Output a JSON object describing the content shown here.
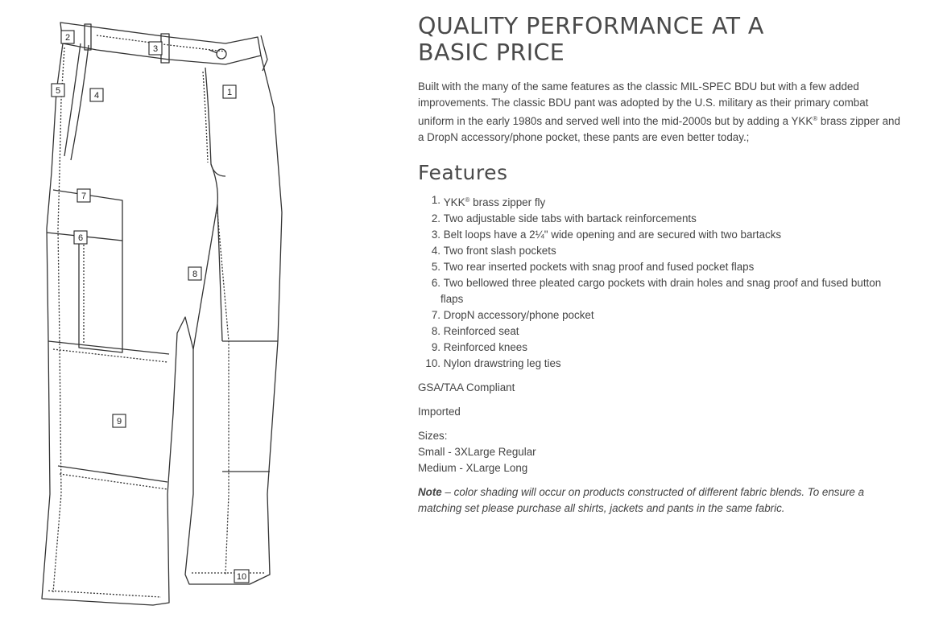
{
  "product": {
    "headline_line1": "QUALITY PERFORMANCE AT A",
    "headline_line2": "BASIC PRICE",
    "intro_a": "Built with the many of the same features as the classic MIL-SPEC BDU but with a few added improvements. The classic BDU pant was adopted by the U.S. military as their primary combat uniform in the early 1980s and served well into the mid-2000s but by adding a YKK",
    "intro_reg": "®",
    "intro_b": "  brass zipper and a DropN accessory/phone pocket, these pants are even better today.;"
  },
  "features": {
    "title": "Features",
    "items": [
      {
        "num": "1.",
        "text_a": "YKK",
        "reg": "®",
        "text_b": "  brass zipper fly"
      },
      {
        "num": "2.",
        "text_a": "Two adjustable side tabs with bartack reinforcements"
      },
      {
        "num": "3.",
        "text_a": "Belt loops have a 2¼\" wide opening and are secured with two bartacks"
      },
      {
        "num": "4.",
        "text_a": "Two front slash pockets"
      },
      {
        "num": "5.",
        "text_a": "Two rear inserted pockets with snag proof and fused pocket flaps"
      },
      {
        "num": "6.",
        "text_a": "Two bellowed three pleated cargo pockets with drain holes and snag proof and fused button flaps"
      },
      {
        "num": "7.",
        "text_a": "DropN accessory/phone pocket"
      },
      {
        "num": "8.",
        "text_a": "Reinforced seat"
      },
      {
        "num": "9.",
        "text_a": "Reinforced knees"
      },
      {
        "num": "10.",
        "text_a": "Nylon drawstring leg ties"
      }
    ]
  },
  "compliance": "GSA/TAA Compliant",
  "origin": "Imported",
  "sizes": {
    "label": "Sizes:",
    "regular": "Small - 3XLarge Regular",
    "long": "Medium - XLarge Long"
  },
  "note": {
    "label": "Note",
    "text": " – color shading will occur on products constructed of different fabric blends. To ensure a matching set please purchase all shirts, jackets and pants in the same fabric."
  },
  "diagram": {
    "callouts": [
      "1",
      "2",
      "3",
      "4",
      "5",
      "6",
      "7",
      "8",
      "9",
      "10"
    ]
  }
}
